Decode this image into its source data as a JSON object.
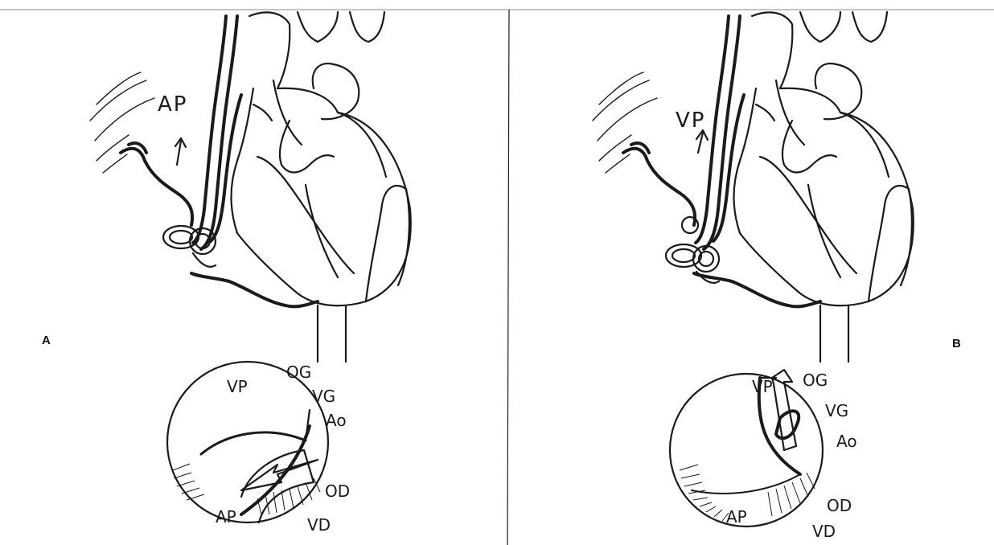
{
  "panels": [
    {
      "id": "A",
      "panel_label": "A",
      "vessel_label": "AP",
      "ring_labels": {
        "top": "VP",
        "og": "OG",
        "vg": "VG",
        "ao": "Ao",
        "od": "OD",
        "vd": "VD",
        "bottom": "AP"
      }
    },
    {
      "id": "B",
      "panel_label": "B",
      "vessel_label": "VP",
      "ring_labels": {
        "top": "VP",
        "og": "OG",
        "vg": "VG",
        "ao": "Ao",
        "od": "OD",
        "vd": "VD",
        "bottom": "AP"
      }
    }
  ]
}
